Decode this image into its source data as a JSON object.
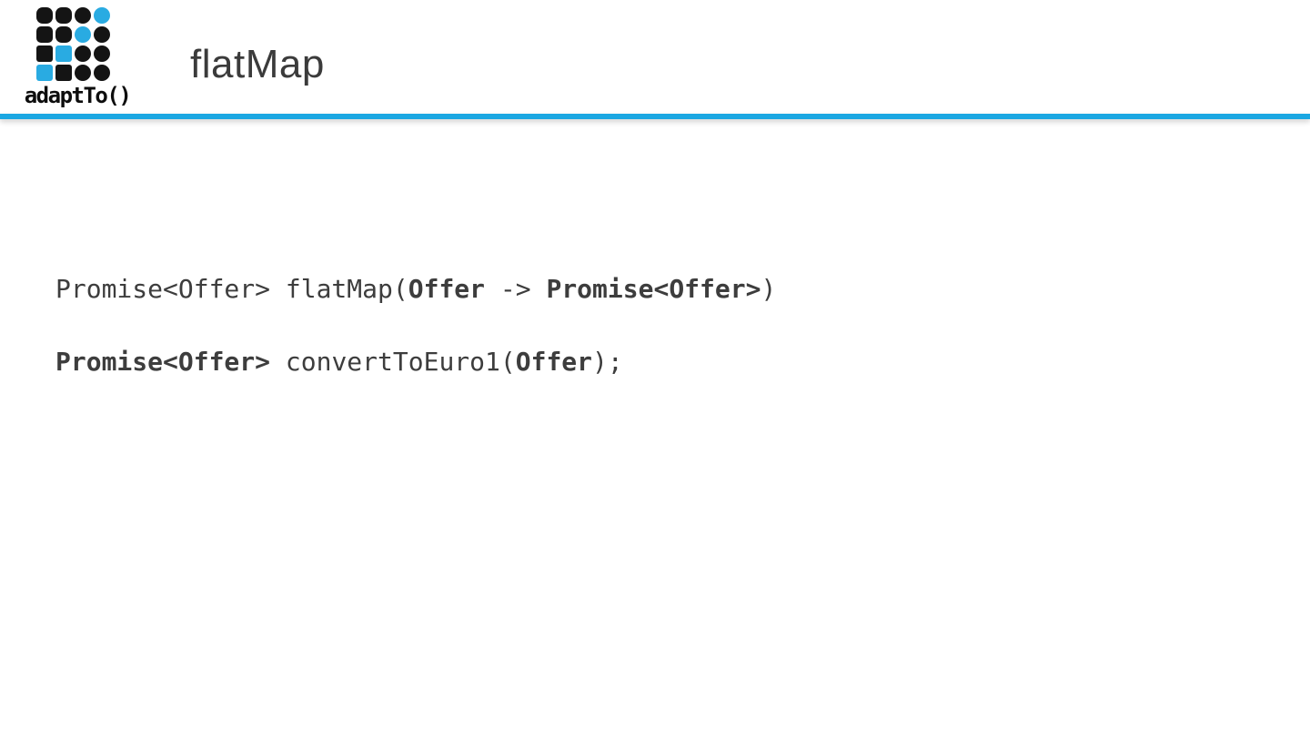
{
  "header": {
    "logo": {
      "brand_text": "adaptTo()",
      "grid": {
        "colors": {
          "black": "#141414",
          "blue": "#29ABE2"
        },
        "cells": [
          [
            {
              "c": "black",
              "s": "rounded"
            },
            {
              "c": "black",
              "s": "rounded"
            },
            {
              "c": "black",
              "s": "circle"
            },
            {
              "c": "blue",
              "s": "circle"
            }
          ],
          [
            {
              "c": "black",
              "s": "roundedsm"
            },
            {
              "c": "black",
              "s": "rounded"
            },
            {
              "c": "blue",
              "s": "circle"
            },
            {
              "c": "black",
              "s": "circle"
            }
          ],
          [
            {
              "c": "black",
              "s": "square"
            },
            {
              "c": "blue",
              "s": "square"
            },
            {
              "c": "black",
              "s": "circle"
            },
            {
              "c": "black",
              "s": "circle"
            }
          ],
          [
            {
              "c": "blue",
              "s": "square"
            },
            {
              "c": "black",
              "s": "square"
            },
            {
              "c": "black",
              "s": "circle"
            },
            {
              "c": "black",
              "s": "circle"
            }
          ]
        ]
      }
    },
    "title": "flatMap"
  },
  "divider": {
    "color": "#1BA7E2"
  },
  "code": {
    "text_color": "#3d3d3d",
    "lines": [
      {
        "segments": [
          {
            "text": "Promise<Offer> flatMap(",
            "bold": false
          },
          {
            "text": "Offer",
            "bold": true
          },
          {
            "text": " -> ",
            "bold": false
          },
          {
            "text": "Promise<Offer>",
            "bold": true
          },
          {
            "text": ")",
            "bold": false
          }
        ]
      },
      {
        "segments": [
          {
            "text": "Promise<Offer>",
            "bold": true
          },
          {
            "text": " convertToEuro1(",
            "bold": false
          },
          {
            "text": "Offer",
            "bold": true
          },
          {
            "text": ");",
            "bold": false
          }
        ]
      }
    ]
  }
}
